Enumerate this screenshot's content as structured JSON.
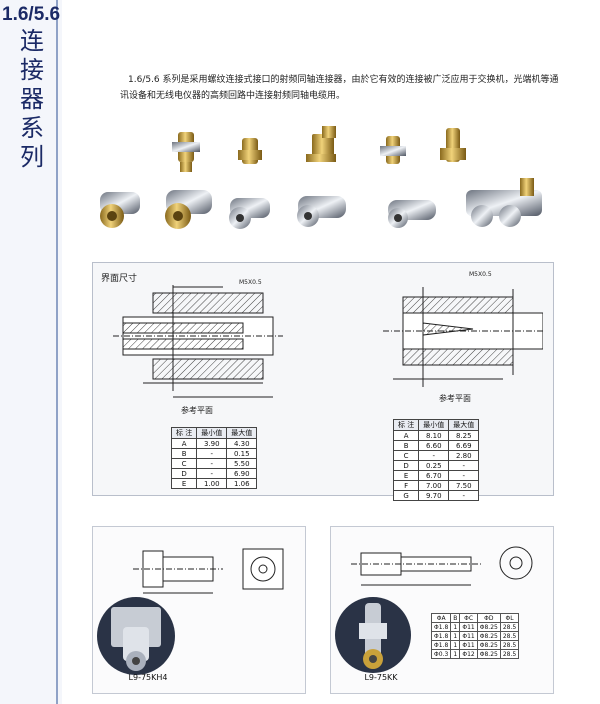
{
  "brand": {
    "series_number": "1.6/5.6",
    "series_title": "连接器系列"
  },
  "intro_text": "1.6/5.6 系列是采用螺纹连接式接口的射频同轴连接器，由於它有效的连接被广泛应用于交换机，光端机等通讯设备和无线电仪器的高频回路中连接射频同轴电缆用。",
  "interface": {
    "title": "界面尺寸",
    "thread_label_left": "M5X0.5",
    "thread_label_right": "M5X0.5",
    "ref_plane_left": "参考平面",
    "ref_plane_right": "参考平面"
  },
  "table_left": {
    "headers": [
      "标 注",
      "最小值",
      "最大值"
    ],
    "rows": [
      [
        "A",
        "3.90",
        "4.30"
      ],
      [
        "B",
        "-",
        "0.15"
      ],
      [
        "C",
        "-",
        "5.50"
      ],
      [
        "D",
        "-",
        "6.90"
      ],
      [
        "E",
        "1.00",
        "1.06"
      ]
    ]
  },
  "table_right": {
    "headers": [
      "标 注",
      "最小值",
      "最大值"
    ],
    "rows": [
      [
        "A",
        "8.10",
        "8.25"
      ],
      [
        "B",
        "6.60",
        "6.69"
      ],
      [
        "C",
        "-",
        "2.80"
      ],
      [
        "D",
        "0.25",
        "-"
      ],
      [
        "E",
        "6.70",
        "-"
      ],
      [
        "F",
        "7.00",
        "7.50"
      ],
      [
        "G",
        "9.70",
        "-"
      ]
    ]
  },
  "products": [
    {
      "model": "L9-75KH4"
    },
    {
      "model": "L9-75KK"
    }
  ],
  "dim_table": {
    "headers": [
      "ΦA",
      "B",
      "ΦC",
      "ΦD",
      "ΦL"
    ],
    "rows": [
      [
        "Φ1.8",
        "1",
        "Φ11",
        "Φ8.25",
        "28.5"
      ],
      [
        "Φ1.8",
        "1",
        "Φ11",
        "Φ8.25",
        "28.5"
      ],
      [
        "Φ1.8",
        "1",
        "Φ11",
        "Φ8.25",
        "28.5"
      ],
      [
        "Φ0.3",
        "1",
        "Φ12",
        "Φ8.25",
        "28.5"
      ]
    ]
  },
  "colors": {
    "brand": "#1b2a66",
    "panel": "#f6f7f9",
    "gold": "#c9a13a",
    "chrome": "#c7ccd4"
  }
}
